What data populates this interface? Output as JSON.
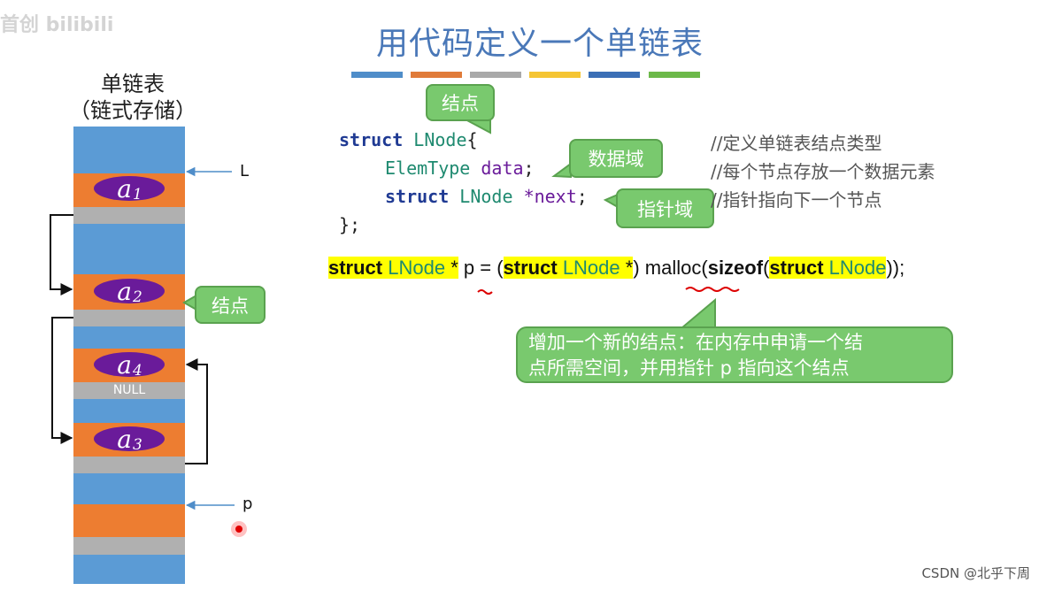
{
  "watermark": "首创 bilibili",
  "title": "用代码定义一个单链表",
  "credit": "CSDN @北乎下周",
  "memory": {
    "title_line1": "单链表",
    "title_line2": "（链式存储）",
    "nodes": [
      {
        "name": "a",
        "sub": "1"
      },
      {
        "name": "a",
        "sub": "2"
      },
      {
        "name": "a",
        "sub": "4"
      },
      {
        "name": "a",
        "sub": "3"
      }
    ],
    "null_label": "NULL",
    "pointer_L": "L",
    "pointer_p": "p"
  },
  "callouts": {
    "node_top": "结点",
    "data_field": "数据域",
    "pointer_field": "指针域",
    "node_side": "结点",
    "malloc_line1": "增加一个新的结点：在内存中申请一个结",
    "malloc_line2": "点所需空间，并用指针 p 指向这个结点"
  },
  "code": {
    "line1_kw": "struct",
    "line1_type": "LNode",
    "line1_rest": "{",
    "line2_type": "ElemType",
    "line2_var": "data",
    "line2_rest": ";",
    "line3_kw": "struct",
    "line3_type": "LNode",
    "line3_var": "*next",
    "line3_rest": ";",
    "line4": "};"
  },
  "comments": {
    "c1": "//定义单链表结点类型",
    "c2": "//每个节点存放一个数据元素",
    "c3": "//指针指向下一个节点"
  },
  "malloc_line": {
    "s1": "struct",
    "t1": "LNode",
    "star1": " *",
    "p": "p",
    "eq": " = (",
    "s2": "struct",
    "t2": "LNode",
    "star2": " *",
    "close1": ") ",
    "fn": "malloc",
    "open2": "(",
    "sz": "sizeof",
    "open3": "(",
    "s3": "struct",
    "t3": "LNode",
    "end": "));"
  },
  "colors": {
    "strip": [
      "#4f8dc9",
      "#e07b3a",
      "#a9a9a9",
      "#f5c533",
      "#3b6fb6",
      "#6cb94a"
    ],
    "cell_blue": "#5b9bd5",
    "cell_orange": "#ed7d31",
    "cell_gray": "#b0b0b0",
    "oval": "#6a1b9a",
    "callout_green": "#79c96e"
  }
}
